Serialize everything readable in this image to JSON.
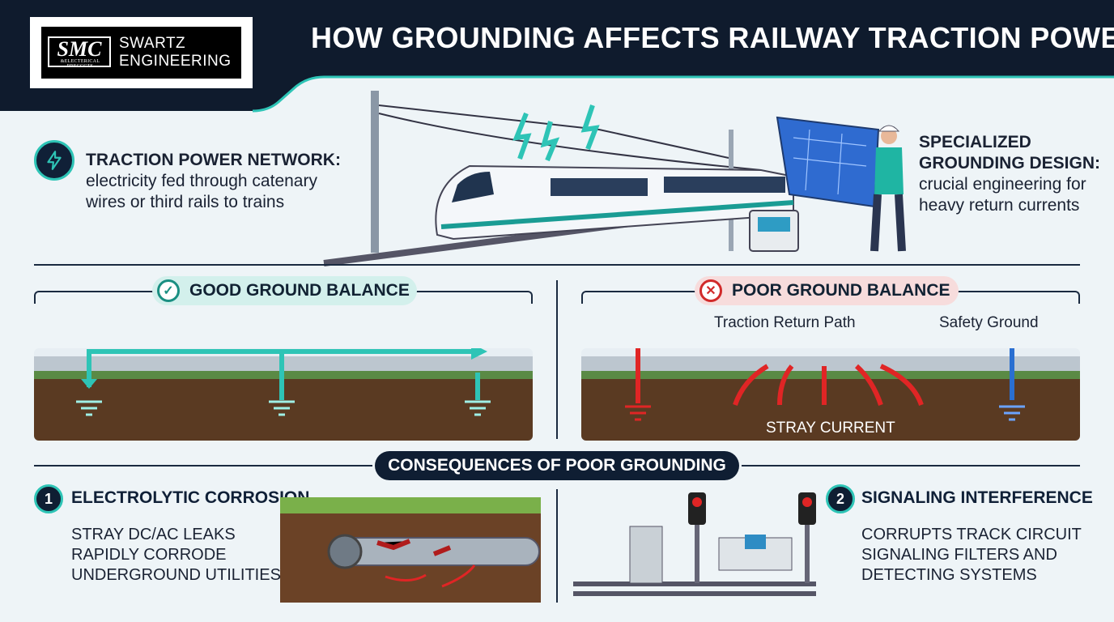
{
  "header": {
    "logo_mark": "SMC",
    "logo_subtext": "&ELECTERICAL PRECCCTS",
    "logo_word_1": "SWARTZ",
    "logo_word_2": "ENGINEERING",
    "title": "HOW GROUNDING AFFECTS RAILWAY TRACTION POWER"
  },
  "intro": {
    "traction_title": "TRACTION POWER NETWORK:",
    "traction_body": "electricity fed through catenary wires or third rails to trains",
    "design_title": "SPECIALIZED GROUNDING DESIGN:",
    "design_body": "crucial engineering for heavy return currents"
  },
  "good": {
    "label": "GOOD GROUND BALANCE"
  },
  "poor": {
    "label": "POOR GROUND BALANCE",
    "return_path": "Traction Return Path",
    "safety_ground": "Safety Ground",
    "stray": "STRAY CURRENT"
  },
  "consequences": {
    "title": "CONSEQUENCES OF POOR GROUNDING",
    "items": [
      {
        "num": "1",
        "title": "ELECTROLYTIC CORROSION",
        "desc": "STRAY DC/AC LEAKS RAPIDLY CORRODE UNDERGROUND UTILITIES"
      },
      {
        "num": "2",
        "title": "SIGNALING INTERFERENCE",
        "desc": "CORRUPTS TRACK CIRCUIT SIGNALING FILTERS AND DETECTING SYSTEMS"
      }
    ]
  },
  "icons": {
    "power": "lightning-bolt-icon",
    "good": "check-circle-icon",
    "poor": "x-circle-icon"
  },
  "colors": {
    "navy": "#0f1e33",
    "teal": "#2ec4b6",
    "red": "#e02525",
    "blue": "#2a6fd1"
  }
}
